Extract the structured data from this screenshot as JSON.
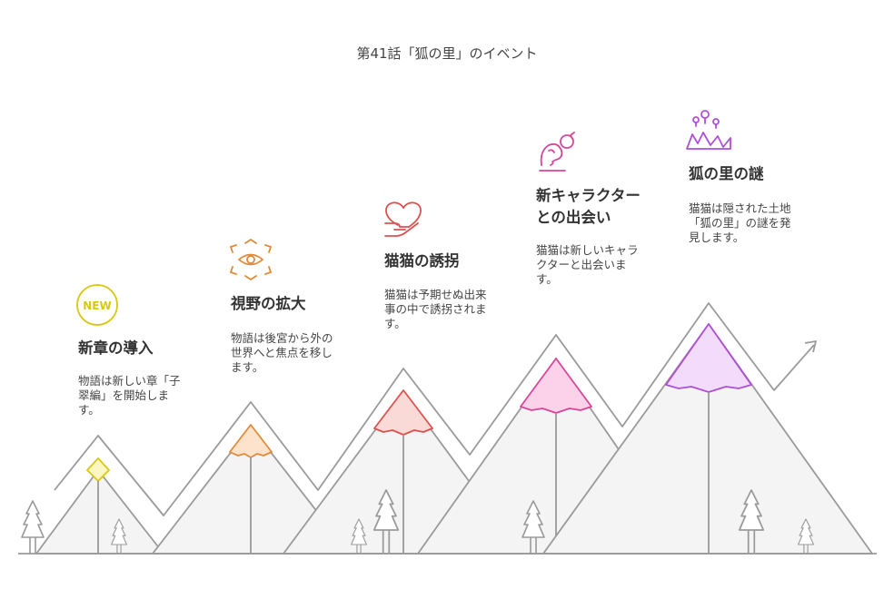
{
  "page": {
    "title": "第41話「狐の里」のイベント"
  },
  "stages": [
    {
      "key": "new-chapter",
      "title": "新章の導入",
      "description": "物語は新しい章「子\n翠編」を開始しま\nす。",
      "icon": "new-badge-icon",
      "icon_text": "NEW",
      "color": "#d9c810",
      "fill": "#fbf6c2"
    },
    {
      "key": "expanded-view",
      "title": "視野の拡大",
      "description": "物語は後宮から外の\n世界へと焦点を移し\nます。",
      "icon": "eye-expand-icon",
      "color": "#e08a3a",
      "fill": "#fde3cc"
    },
    {
      "key": "kidnapping",
      "title": "猫猫の誘拐",
      "description": "猫猫は予期せぬ出来\n事の中で誘拐されま\nす。",
      "icon": "heart-hand-icon",
      "color": "#d9534f",
      "fill": "#fadad7"
    },
    {
      "key": "new-characters",
      "title": "新キャラクター\nとの出会い",
      "description": "猫猫は新しいキャラ\nクターと出会いま\nす。",
      "icon": "person-refresh-icon",
      "color": "#d6479a",
      "fill": "#fbd2ea"
    },
    {
      "key": "fox-village-mystery",
      "title": "狐の里の謎",
      "description": "猫猫は隠された土地\n「狐の里」の謎を発\n見します。",
      "icon": "location-mountains-icon",
      "color": "#b04fd6",
      "fill": "#f3dcfb"
    }
  ]
}
